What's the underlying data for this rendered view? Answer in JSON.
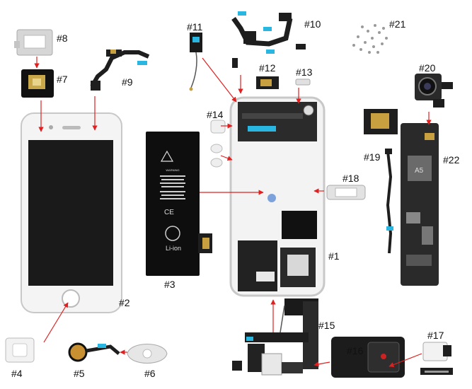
{
  "labels": {
    "p1": "#1",
    "p2": "#2",
    "p3": "#3",
    "p4": "#4",
    "p5": "#5",
    "p6": "#6",
    "p7": "#7",
    "p8": "#8",
    "p9": "#9",
    "p10": "#10",
    "p11": "#11",
    "p12": "#12",
    "p13": "#13",
    "p14": "#14",
    "p15": "#15",
    "p16": "#16",
    "p17": "#17",
    "p18": "#18",
    "p19": "#19",
    "p20": "#20",
    "p21": "#21",
    "p22": "#22"
  },
  "battery": {
    "warning": "WARNING",
    "li_ion": "Li-ion",
    "ce": "CE"
  },
  "chip": {
    "name": "A5"
  },
  "colors": {
    "arrow": "#e02020",
    "frame": "#c8c8c8",
    "flex": "#1e1e1e",
    "board": "#2a2a2a",
    "screen": "#1a1a1a",
    "gold": "#c8a040"
  }
}
